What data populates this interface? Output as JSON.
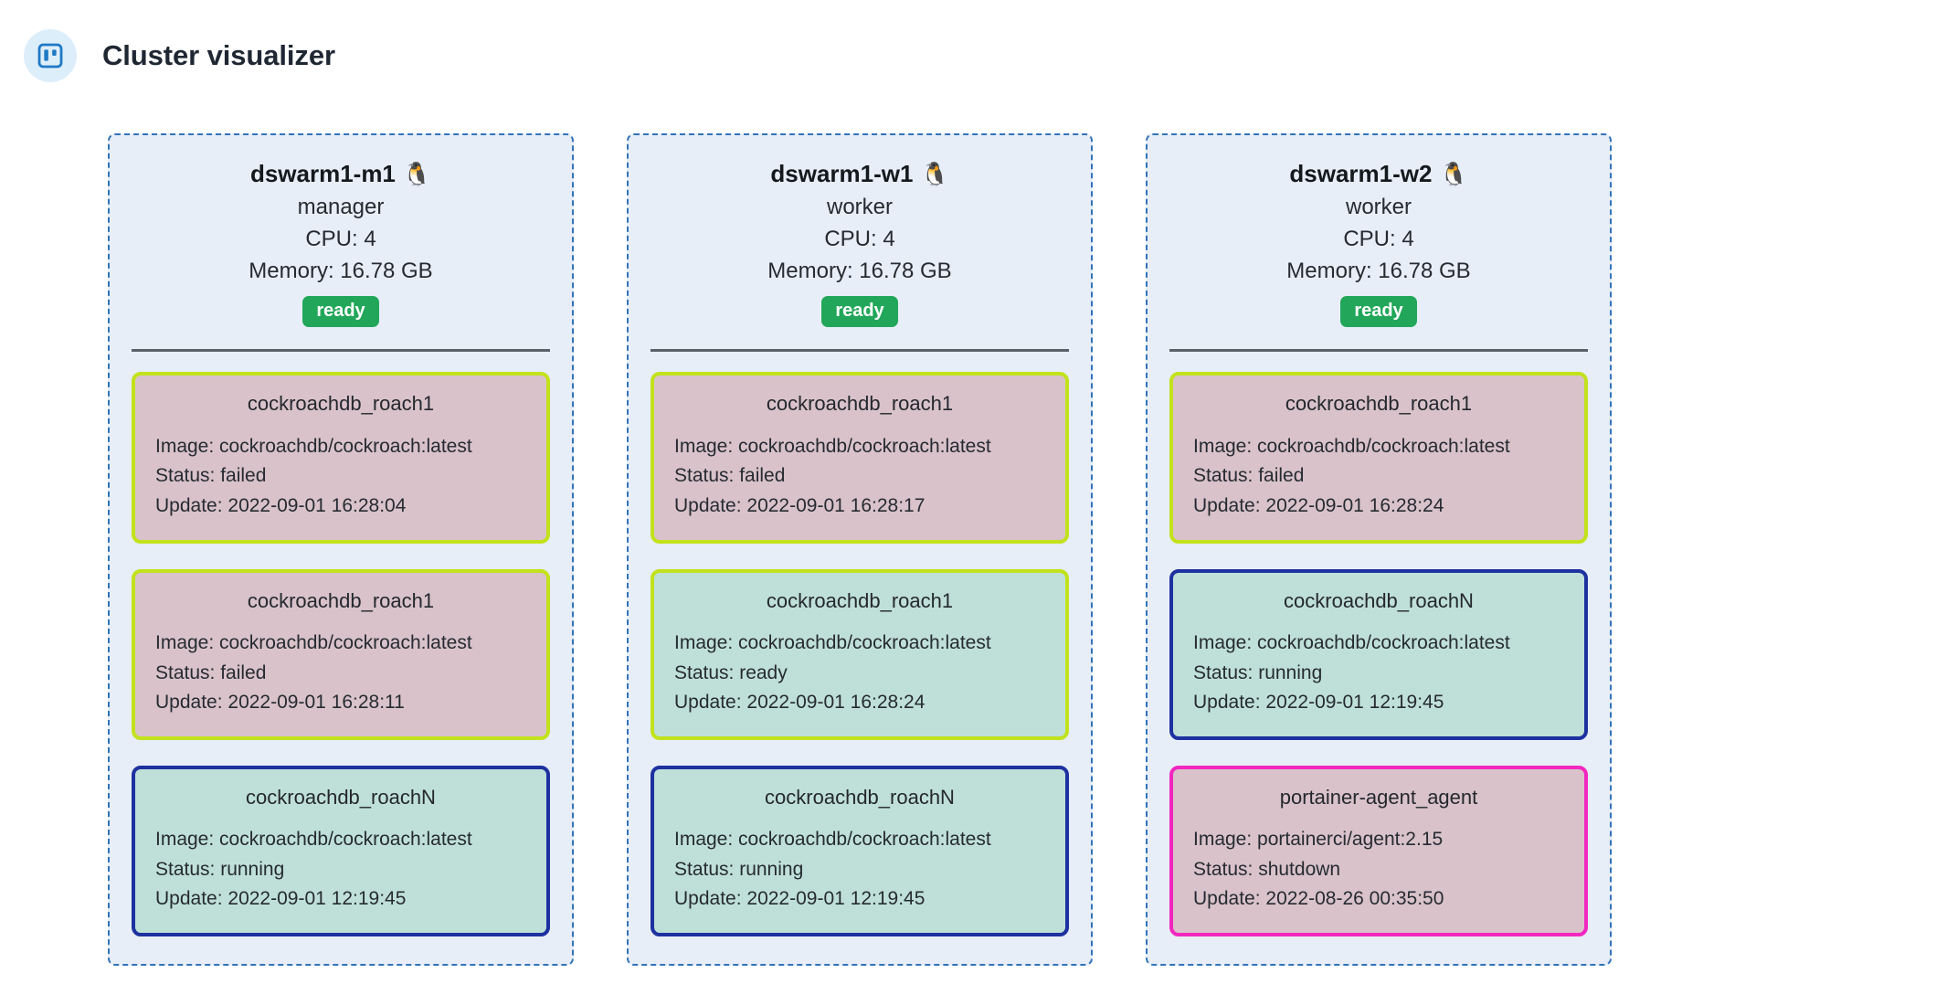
{
  "header": {
    "icon": "kanban-board-icon",
    "title": "Cluster visualizer",
    "icon_color": "#1f7ac4",
    "icon_bg_color": "#ddeefb"
  },
  "colors": {
    "node_border": "#3273b8",
    "node_bg": "#e7eef7",
    "badge_ready": "#22a75a",
    "task_bg_failed": "#d9c2ca",
    "task_bg_running": "#bfe0d8",
    "task_border_ready": "#c2e21c",
    "task_border_running": "#1d31a0",
    "task_border_shutdown": "#f227c0"
  },
  "labels": {
    "image_prefix": "Image: ",
    "status_prefix": "Status: ",
    "update_prefix": "Update: "
  },
  "nodes": [
    {
      "name": "dswarm1-m1",
      "os_icon": "tux-linux-penguin-icon",
      "role": "manager",
      "cpu": "CPU: 4",
      "memory": "Memory: 16.78 GB",
      "state": "ready",
      "tasks": [
        {
          "name": "cockroachdb_roach1",
          "image": "Image: cockroachdb/cockroach:latest",
          "status": "Status: failed",
          "update": "Update: 2022-09-01 16:28:04",
          "bg_state": "failed",
          "border_state": "ready"
        },
        {
          "name": "cockroachdb_roach1",
          "image": "Image: cockroachdb/cockroach:latest",
          "status": "Status: failed",
          "update": "Update: 2022-09-01 16:28:11",
          "bg_state": "failed",
          "border_state": "ready"
        },
        {
          "name": "cockroachdb_roachN",
          "image": "Image: cockroachdb/cockroach:latest",
          "status": "Status: running",
          "update": "Update: 2022-09-01 12:19:45",
          "bg_state": "running",
          "border_state": "running"
        }
      ]
    },
    {
      "name": "dswarm1-w1",
      "os_icon": "tux-linux-penguin-icon",
      "role": "worker",
      "cpu": "CPU: 4",
      "memory": "Memory: 16.78 GB",
      "state": "ready",
      "tasks": [
        {
          "name": "cockroachdb_roach1",
          "image": "Image: cockroachdb/cockroach:latest",
          "status": "Status: failed",
          "update": "Update: 2022-09-01 16:28:17",
          "bg_state": "failed",
          "border_state": "ready"
        },
        {
          "name": "cockroachdb_roach1",
          "image": "Image: cockroachdb/cockroach:latest",
          "status": "Status: ready",
          "update": "Update: 2022-09-01 16:28:24",
          "bg_state": "ready",
          "border_state": "ready"
        },
        {
          "name": "cockroachdb_roachN",
          "image": "Image: cockroachdb/cockroach:latest",
          "status": "Status: running",
          "update": "Update: 2022-09-01 12:19:45",
          "bg_state": "running",
          "border_state": "running"
        }
      ]
    },
    {
      "name": "dswarm1-w2",
      "os_icon": "tux-linux-penguin-icon",
      "role": "worker",
      "cpu": "CPU: 4",
      "memory": "Memory: 16.78 GB",
      "state": "ready",
      "tasks": [
        {
          "name": "cockroachdb_roach1",
          "image": "Image: cockroachdb/cockroach:latest",
          "status": "Status: failed",
          "update": "Update: 2022-09-01 16:28:24",
          "bg_state": "failed",
          "border_state": "ready"
        },
        {
          "name": "cockroachdb_roachN",
          "image": "Image: cockroachdb/cockroach:latest",
          "status": "Status: running",
          "update": "Update: 2022-09-01 12:19:45",
          "bg_state": "running",
          "border_state": "running"
        },
        {
          "name": "portainer-agent_agent",
          "image": "Image: portainerci/agent:2.15",
          "status": "Status: shutdown",
          "update": "Update: 2022-08-26 00:35:50",
          "bg_state": "shutdown",
          "border_state": "shutdown"
        }
      ]
    }
  ]
}
